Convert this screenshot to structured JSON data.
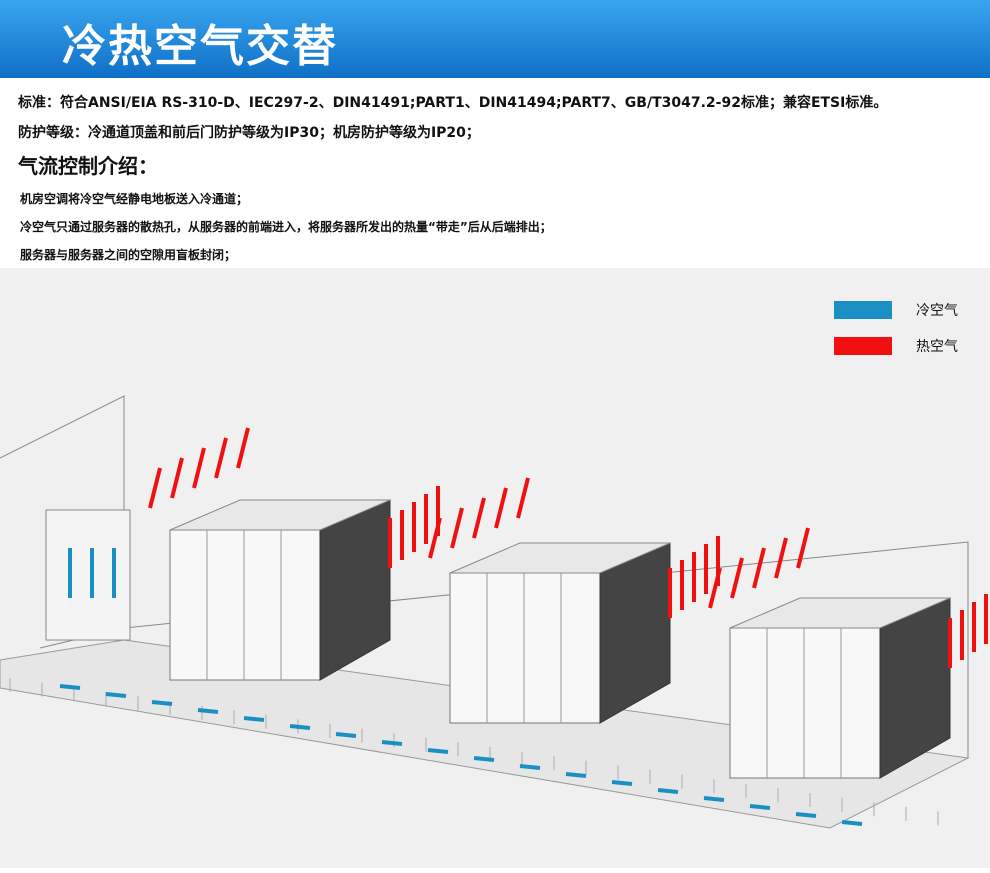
{
  "header": {
    "title": "冷热空气交替"
  },
  "specs": {
    "standard": "标准：符合ANSI/EIA RS-310-D、IEC297-2、DIN41491;PART1、DIN41494;PART7、GB/T3047.2-92标准；兼容ETSI标准。",
    "protection": "防护等级：冷通道顶盖和前后门防护等级为IP30；机房防护等级为IP20；"
  },
  "airflow": {
    "title": "气流控制介绍：",
    "items": [
      "机房空调将冷空气经静电地板送入冷通道；",
      "冷空气只通过服务器的散热孔，从服务器的前端进入，将服务器所发出的热量“带走”后从后端排出；",
      "服务器与服务器之间的空隙用盲板封闭；"
    ]
  },
  "legend": [
    {
      "label": "冷空气",
      "color": "#1a8fc4"
    },
    {
      "label": "热空气",
      "color": "#f01010"
    }
  ]
}
